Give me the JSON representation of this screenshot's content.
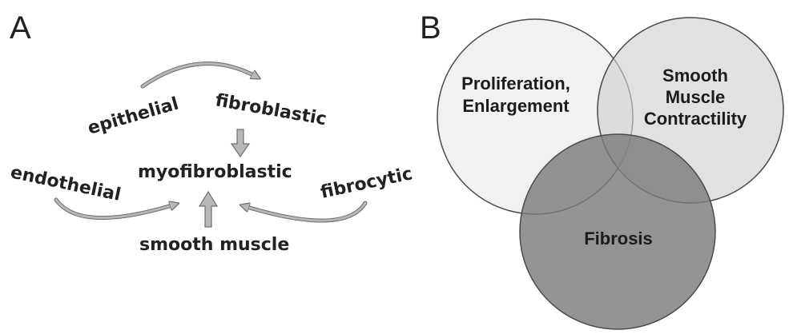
{
  "panel_a": {
    "letter": "A",
    "labels": {
      "epithelial": "epithelial",
      "fibroblastic": "fibroblastic",
      "myofibroblastic": "myofibroblastic",
      "endothelial": "endothelial",
      "fibrocytic": "fibrocytic",
      "smooth_muscle": "smooth muscle"
    }
  },
  "panel_b": {
    "letter": "B",
    "circles": {
      "proliferation": {
        "line1": "Proliferation,",
        "line2": "Enlargement",
        "fill": "#ebebeb"
      },
      "smooth_muscle": {
        "line1": "Smooth",
        "line2": "Muscle",
        "line3": "Contractility",
        "fill": "#cfcfcf"
      },
      "fibrosis": {
        "label": "Fibrosis",
        "fill": "#7d7d7d"
      }
    }
  },
  "colors": {
    "arrow_fill": "#b8b8b8",
    "arrow_stroke": "#6e6e6e",
    "circle_stroke": "#4a4a4a",
    "text": "#222222"
  }
}
